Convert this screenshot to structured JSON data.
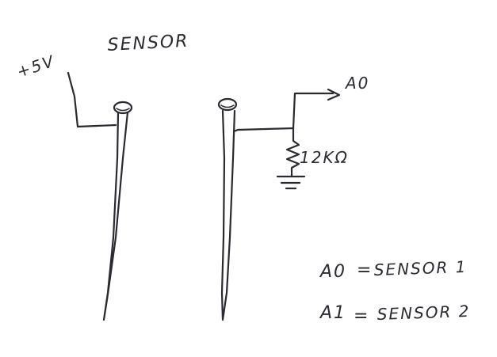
{
  "diagram": {
    "title": "SENSOR",
    "supply_label": "+5V",
    "output_label": "A0",
    "resistor_label": "12KΩ",
    "legend": [
      {
        "pin": "A0",
        "equals": "=",
        "sensor": "SENSOR 1"
      },
      {
        "pin": "A1",
        "equals": "=",
        "sensor": "SENSOR 2"
      }
    ]
  },
  "colors": {
    "ink": "#2a2a30",
    "paper": "#ffffff"
  }
}
